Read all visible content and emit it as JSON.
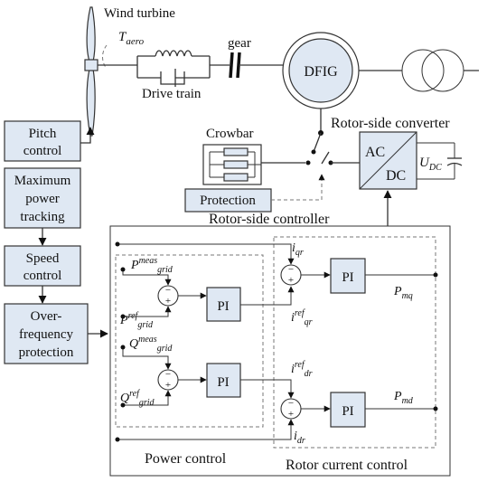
{
  "labels": {
    "wind_turbine": "Wind turbine",
    "t_aero_main": "T",
    "t_aero_sub": "aero",
    "drive_train": "Drive train",
    "gear": "gear",
    "dfig": "DFIG",
    "rotor_side_converter": "Rotor-side converter",
    "crowbar": "Crowbar",
    "protection": "Protection",
    "rotor_side_controller": "Rotor-side controller",
    "pitch_control": [
      "Pitch",
      "control"
    ],
    "maximum_power_tracking": [
      "Maximum",
      "power",
      "tracking"
    ],
    "speed_control": [
      "Speed",
      "control"
    ],
    "over_frequency_protection": [
      "Over-",
      "frequency",
      "protection"
    ],
    "converter_ac": "AC",
    "converter_dc": "DC",
    "udc_main": "U",
    "udc_sub": "DC",
    "power_control": "Power control",
    "rotor_current_control": "Rotor current control",
    "pi": "PI",
    "sum_minus": "−",
    "sum_plus": "+"
  },
  "signals": {
    "p_meas": {
      "main": "P",
      "sup": "meas",
      "sub": "grid"
    },
    "p_ref": {
      "main": "P",
      "sup": "ref",
      "sub": "grid"
    },
    "q_meas": {
      "main": "Q",
      "sup": "meas",
      "sub": "grid"
    },
    "q_ref": {
      "main": "Q",
      "sup": "ref",
      "sub": "grid"
    },
    "i_qr": {
      "main": "i",
      "sub": "qr"
    },
    "i_ref_qr": {
      "main": "i",
      "sup": "ref",
      "sub": "qr"
    },
    "i_ref_dr": {
      "main": "i",
      "sup": "ref",
      "sub": "dr"
    },
    "i_dr": {
      "main": "i",
      "sub": "dr"
    },
    "p_mq": {
      "main": "P",
      "sub": "mq"
    },
    "p_md": {
      "main": "P",
      "sub": "md"
    }
  },
  "colors": {
    "block_fill": "#dfe8f3",
    "line": "#333333",
    "dashed_border": "#777777"
  }
}
